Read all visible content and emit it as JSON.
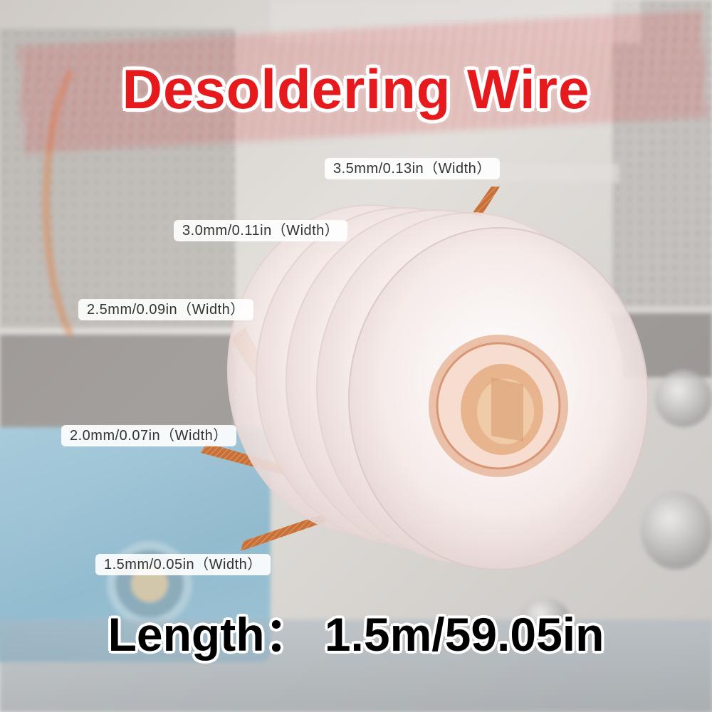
{
  "title": "Desoldering Wire",
  "length_text": "Length： 1.5m/59.05in",
  "widths": [
    "3.5mm/0.13in（Width）",
    "3.0mm/0.11in（Width）",
    "2.5mm/0.09in（Width）",
    "2.0mm/0.07in（Width）",
    "1.5mm/0.05in（Width）"
  ],
  "colors": {
    "title": "#e6191c",
    "copper": "#c8703a",
    "spool": "#f7eeec"
  }
}
